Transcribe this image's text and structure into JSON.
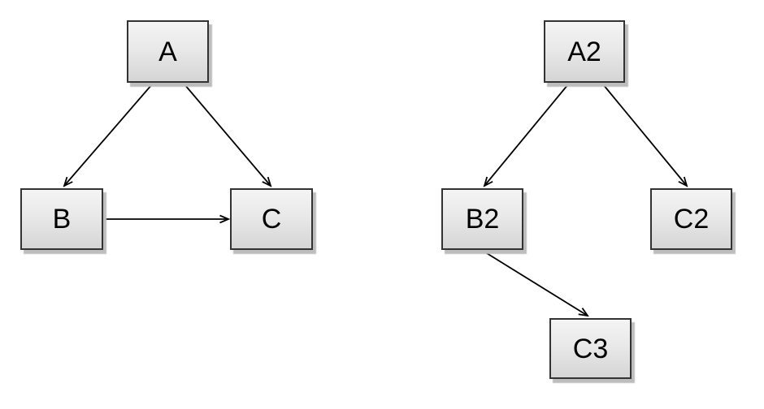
{
  "diagram": {
    "background_color": "#ffffff",
    "node_style": {
      "fill_top": "#f4f4f4",
      "fill_bottom": "#d5d5d5",
      "border_color": "#333333",
      "shadow_color": "#bdbdbd",
      "text_color": "#000000"
    },
    "edge_style": {
      "line_color": "#000000",
      "arrowhead": "open-v"
    },
    "graphs": [
      {
        "name": "left-graph",
        "nodes": [
          {
            "id": "A",
            "label": "A"
          },
          {
            "id": "B",
            "label": "B"
          },
          {
            "id": "C",
            "label": "C"
          }
        ],
        "edges": [
          {
            "from": "A",
            "to": "B"
          },
          {
            "from": "A",
            "to": "C"
          },
          {
            "from": "B",
            "to": "C"
          }
        ]
      },
      {
        "name": "right-graph",
        "nodes": [
          {
            "id": "A2",
            "label": "A2"
          },
          {
            "id": "B2",
            "label": "B2"
          },
          {
            "id": "C2",
            "label": "C2"
          },
          {
            "id": "C3",
            "label": "C3"
          }
        ],
        "edges": [
          {
            "from": "A2",
            "to": "B2"
          },
          {
            "from": "A2",
            "to": "C2"
          },
          {
            "from": "B2",
            "to": "C3"
          }
        ]
      }
    ]
  }
}
